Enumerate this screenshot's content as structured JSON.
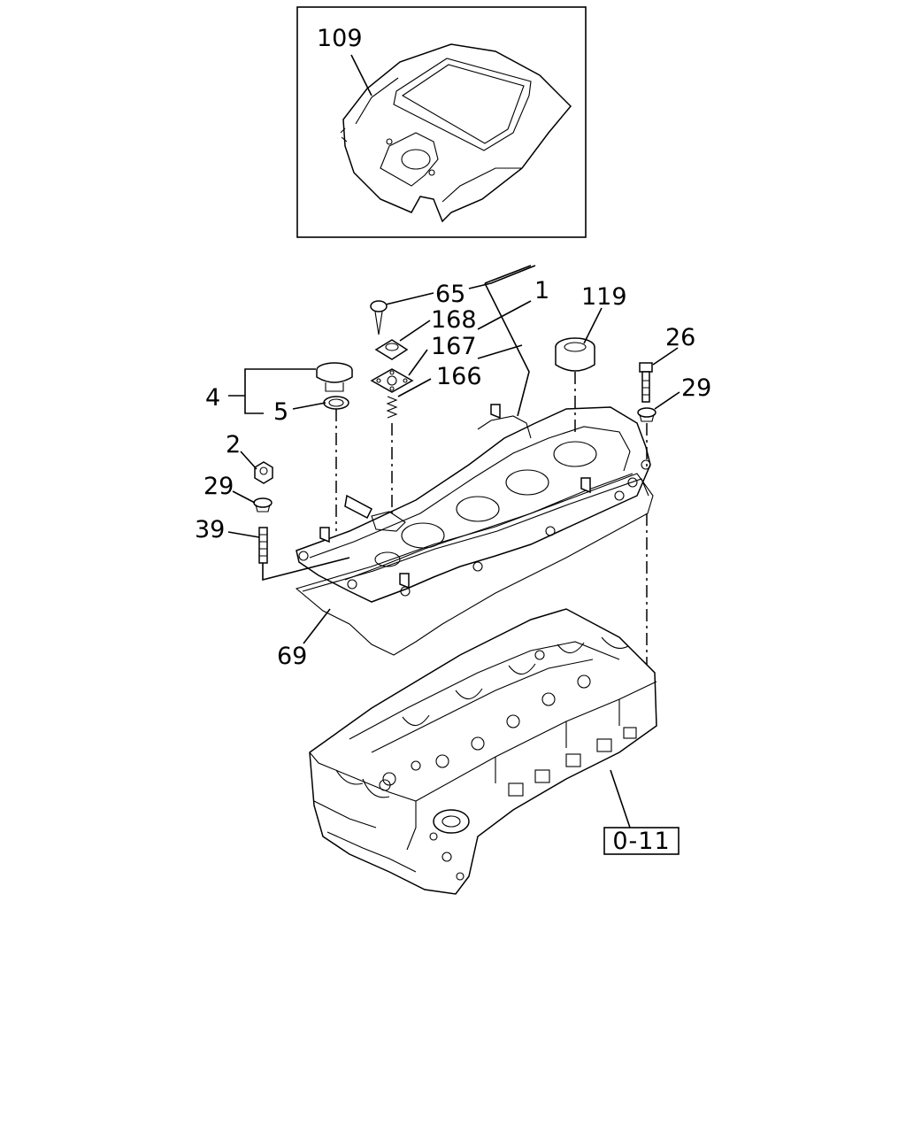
{
  "diagram": {
    "inset_callout": "109",
    "callouts": {
      "c65": "65",
      "c1": "1",
      "c168": "168",
      "c167": "167",
      "c166": "166",
      "c119": "119",
      "c26": "26",
      "c29_right": "29",
      "c4": "4",
      "c5": "5",
      "c2": "2",
      "c29_left": "29",
      "c39": "39",
      "c69": "69"
    },
    "reference_box": "0-11"
  }
}
